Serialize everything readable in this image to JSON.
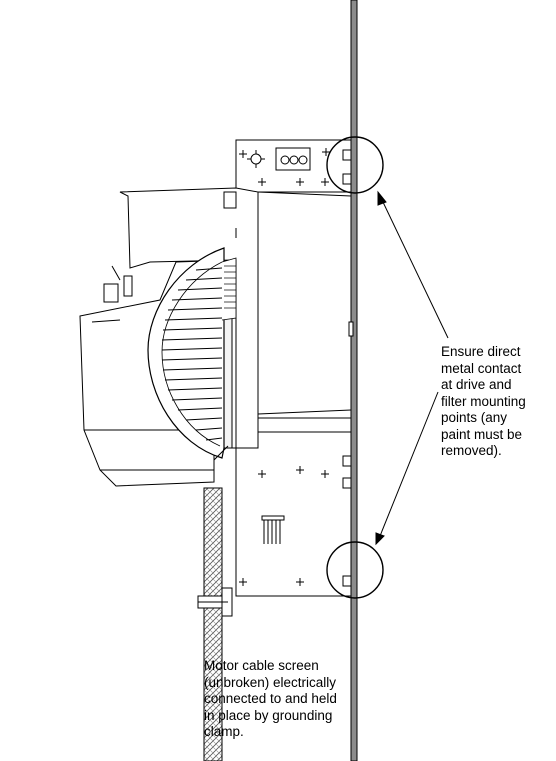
{
  "annotations": {
    "mounting_contact": {
      "lines": [
        "Ensure direct",
        "metal contact",
        "at drive and",
        "filter mounting",
        "points (any",
        "paint must be",
        "removed)."
      ]
    },
    "motor_cable": {
      "lines": [
        "Motor cable screen",
        "(unbroken) electrically",
        "connected to and held",
        "in place by grounding",
        "clamp."
      ]
    }
  },
  "colors": {
    "line": "#000000",
    "mounting_plate": "#8c8c8c",
    "background": "#ffffff"
  }
}
